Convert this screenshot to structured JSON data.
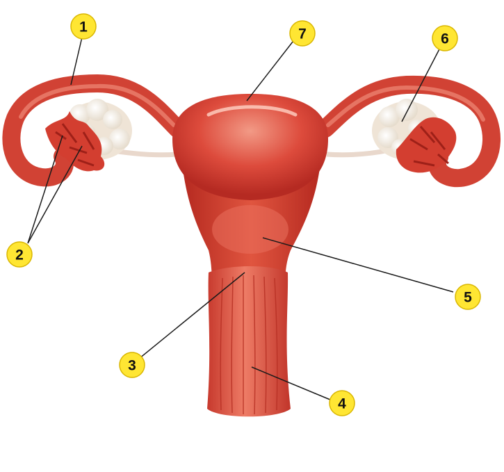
{
  "diagram": {
    "colors": {
      "tissue": "#d8463a",
      "tissue_dark": "#b92c24",
      "tissue_light": "#f08a78",
      "follicle": "#f4ece2",
      "ligament": "#e9d8cc",
      "badge": "#ffe633",
      "badge_ring": "#d9b600",
      "leader": "#1a1a1a"
    },
    "labels": [
      {
        "id": "1",
        "text": "1"
      },
      {
        "id": "2",
        "text": "2"
      },
      {
        "id": "3",
        "text": "3"
      },
      {
        "id": "4",
        "text": "4"
      },
      {
        "id": "5",
        "text": "5"
      },
      {
        "id": "6",
        "text": "6"
      },
      {
        "id": "7",
        "text": "7"
      }
    ]
  }
}
